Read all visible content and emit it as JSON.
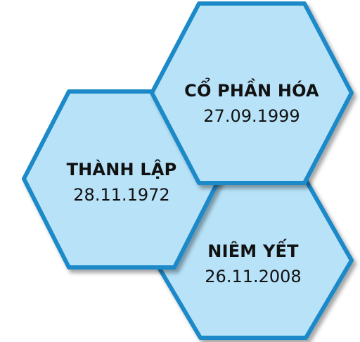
{
  "colors": {
    "fill": "#b7e2f8",
    "stroke": "#1a89c8"
  },
  "milestones": [
    {
      "title": "THÀNH LẬP",
      "date": "28.11.1972"
    },
    {
      "title": "CỔ PHẦN HÓA",
      "date": "27.09.1999"
    },
    {
      "title": "NIÊM YẾT",
      "date": "26.11.2008"
    }
  ]
}
